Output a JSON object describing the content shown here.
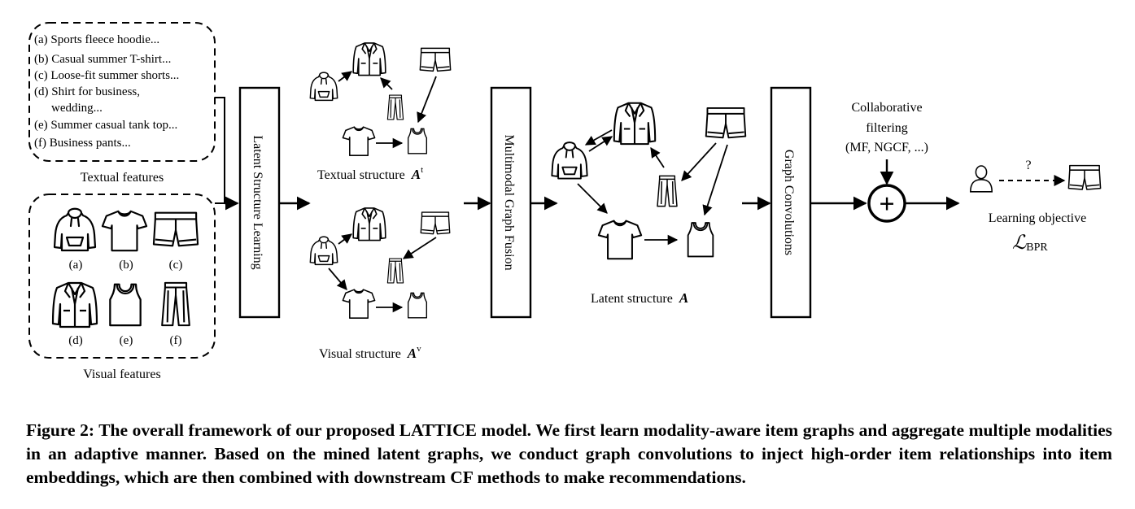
{
  "textual_box": {
    "lines": [
      "(a) Sports fleece hoodie...",
      "(b) Casual summer T-shirt...",
      "(c) Loose-fit summer shorts...",
      "(d) Shirt for business,",
      "wedding...",
      "(e) Summer casual tank top...",
      "(f) Business pants..."
    ],
    "label": "Textual features"
  },
  "visual_box": {
    "item_labels": [
      "(a)",
      "(b)",
      "(c)",
      "(d)",
      "(e)",
      "(f)"
    ],
    "label": "Visual features"
  },
  "blocks": {
    "latent_structure_learning": "Latent Structure Learning",
    "multimodal_graph_fusion": "Multimodal Graph Fusion",
    "graph_convolutions": "Graph Convolutions"
  },
  "structures": {
    "textual": "Textual structure",
    "textual_sym": "A",
    "textual_sup": "t",
    "visual": "Visual structure",
    "visual_sym": "A",
    "visual_sup": "v",
    "latent": "Latent structure",
    "latent_sym": "A"
  },
  "cf": {
    "line1": "Collaborative",
    "line2": "filtering",
    "line3": "(MF, NGCF, ...)",
    "combine_symbol": "+"
  },
  "objective": {
    "question": "?",
    "label": "Learning objective",
    "loss_symbol": "ℒ",
    "loss_sub": "BPR"
  },
  "caption": "Figure 2: The overall framework of our proposed LATTICE model. We first learn modality-aware item graphs and aggregate multiple modalities in an adaptive manner. Based on the mined latent graphs, we conduct graph convolutions to inject high-order item relationships into item embeddings, which are then combined with downstream CF methods to make recommendations.",
  "icon_names": [
    "hoodie-icon",
    "tshirt-icon",
    "shorts-icon",
    "shirt-jacket-icon",
    "tanktop-icon",
    "pants-icon",
    "user-icon"
  ]
}
